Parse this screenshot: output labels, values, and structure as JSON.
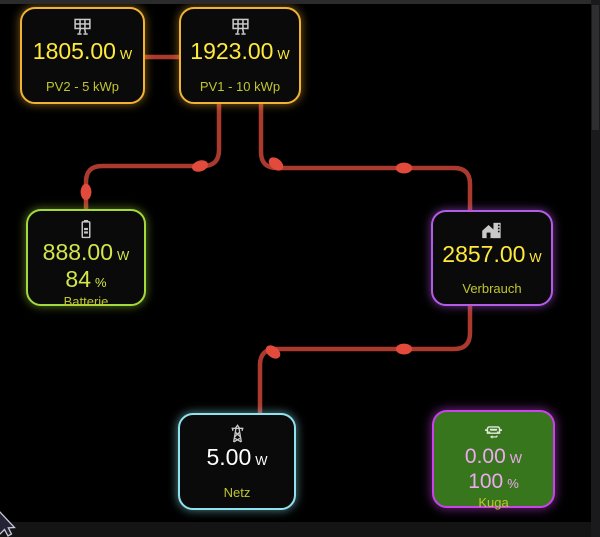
{
  "colors": {
    "background": "#000000",
    "wire": "#ab3a2e",
    "wire_dot": "#e24a3c",
    "pv_border": "#f2b233",
    "pv_value": "#ffe93a",
    "battery_border": "#a2d93c",
    "battery_value": "#d3e54a",
    "consumption_border": "#b45ce8",
    "consumption_value": "#ffe93a",
    "grid_border": "#8fe3ee",
    "grid_value": "#ffffff",
    "car_border": "#ca43ea",
    "car_bg": "#38761d",
    "car_value": "#edaaf0",
    "label": "#c0c52f",
    "icon": "#c9c9c9",
    "frame_top": "#2b2b2b",
    "frame_side": "#1a1a1c",
    "frame_bottom": "#141414",
    "scrollbar_thumb": "#2e2e31"
  },
  "nodes": {
    "pv2": {
      "icon": "solar-panel-icon",
      "value": "1805.00",
      "unit": "W",
      "label": "PV2 - 5 kWp"
    },
    "pv1": {
      "icon": "solar-panel-icon",
      "value": "1923.00",
      "unit": "W",
      "label": "PV1 - 10 kWp"
    },
    "batterie": {
      "icon": "battery-icon",
      "value": "888.00",
      "unit": "W",
      "percent": "84",
      "percent_sign": "%",
      "label": "Batterie"
    },
    "verbrauch": {
      "icon": "home-city-icon",
      "value": "2857.00",
      "unit": "W",
      "label": "Verbrauch"
    },
    "netz": {
      "icon": "transmission-tower-icon",
      "value": "5.00",
      "unit": "W",
      "label": "Netz"
    },
    "kuga": {
      "icon": "car-electric-icon",
      "value": "0.00",
      "unit": "W",
      "percent": "100",
      "percent_sign": "%",
      "label": "Kuga"
    }
  },
  "connections": [
    {
      "from": "pv2",
      "to": "pv1"
    },
    {
      "from": "pv1",
      "to": "batterie"
    },
    {
      "from": "pv1",
      "to": "verbrauch"
    },
    {
      "from": "verbrauch",
      "to": "netz"
    }
  ]
}
